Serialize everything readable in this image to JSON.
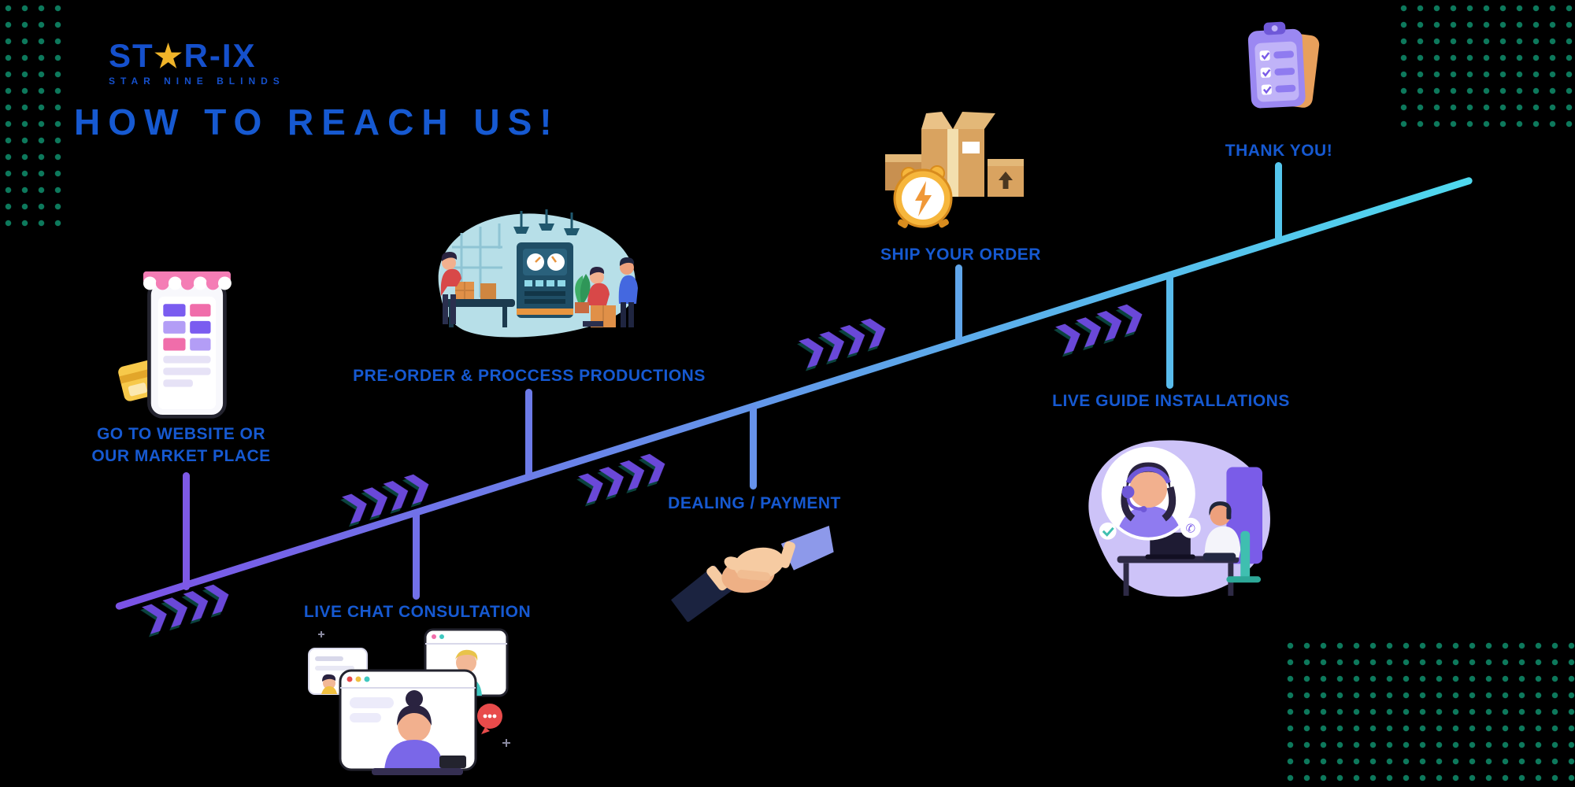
{
  "logo": {
    "left": "ST",
    "star": "★",
    "right": "R-IX",
    "subtext": "STAR NINE BLINDS"
  },
  "title": "HOW TO REACH US!",
  "steps": [
    {
      "name": "go-to-website",
      "label_line1": "GO TO WEBSITE OR",
      "label_line2": "OUR MARKET PLACE",
      "icon": "storefront-phone-icon"
    },
    {
      "name": "live-chat-consultation",
      "label": "LIVE CHAT CONSULTATION",
      "icon": "live-chat-illustration"
    },
    {
      "name": "pre-order-process",
      "label": "PRE-ORDER & PROCCESS PRODUCTIONS",
      "icon": "factory-production-illustration"
    },
    {
      "name": "dealing-payment",
      "label": "DEALING / PAYMENT",
      "icon": "handshake-icon"
    },
    {
      "name": "ship-your-order",
      "label": "SHIP YOUR ORDER",
      "icon": "shipping-boxes-icon"
    },
    {
      "name": "live-guide-installations",
      "label": "LIVE GUIDE INSTALLATIONS",
      "icon": "customer-support-illustration"
    },
    {
      "name": "thank-you",
      "label": "THANK YOU!",
      "icon": "clipboard-checklist-icon"
    }
  ],
  "colors": {
    "background": "#000000",
    "text_blue": "#1659d1",
    "line_gradient_start": "#7b52e6",
    "line_gradient_end": "#4fd9ee",
    "chevron_purple": "#6a48d8",
    "dot_green": "#0e8666",
    "star_gold": "#f0b429"
  }
}
